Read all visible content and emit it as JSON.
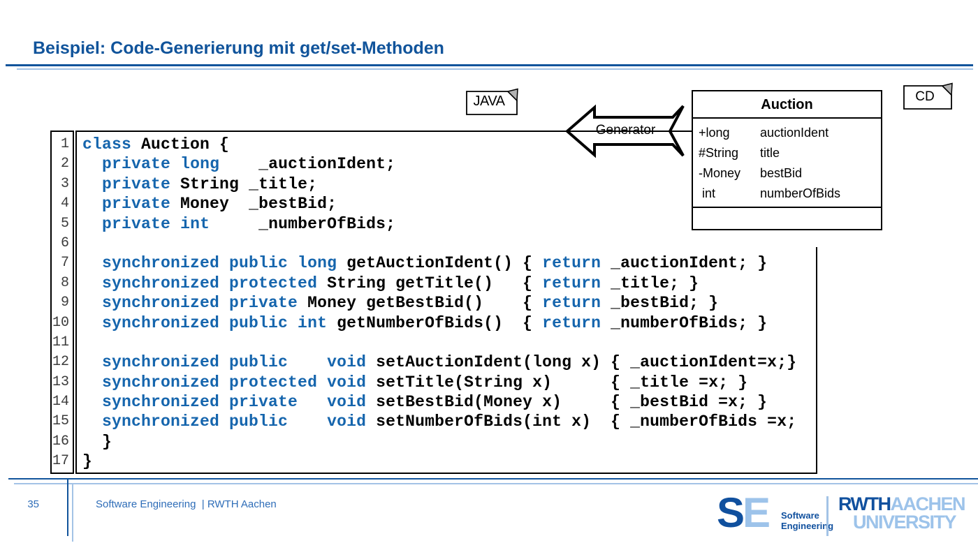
{
  "slide": {
    "title": "Beispiel: Code-Generierung mit get/set-Methoden",
    "page_number": "35",
    "footer_text": "Software Engineering  | RWTH Aachen"
  },
  "tags": {
    "java_label": "JAVA",
    "cd_label": "CD"
  },
  "generator": {
    "label": "Generator"
  },
  "uml_class": {
    "name": "Auction",
    "attributes": [
      {
        "type": "+long",
        "name": "auctionIdent"
      },
      {
        "type": "#String",
        "name": "title"
      },
      {
        "type": "-Money",
        "name": "bestBid"
      },
      {
        "type": " int",
        "name": "numberOfBids"
      }
    ]
  },
  "code": {
    "lines": [
      {
        "num": "1",
        "segments": [
          {
            "k": true,
            "t": "class"
          },
          {
            "t": " Auction {"
          }
        ]
      },
      {
        "num": "2",
        "segments": [
          {
            "t": "  "
          },
          {
            "k": true,
            "t": "private"
          },
          {
            "t": " "
          },
          {
            "k": true,
            "t": "long"
          },
          {
            "t": "    _auctionIdent;"
          }
        ]
      },
      {
        "num": "3",
        "segments": [
          {
            "t": "  "
          },
          {
            "k": true,
            "t": "private"
          },
          {
            "t": " String _title;"
          }
        ]
      },
      {
        "num": "4",
        "segments": [
          {
            "t": "  "
          },
          {
            "k": true,
            "t": "private"
          },
          {
            "t": " Money  _bestBid;"
          }
        ]
      },
      {
        "num": "5",
        "segments": [
          {
            "t": "  "
          },
          {
            "k": true,
            "t": "private"
          },
          {
            "t": " "
          },
          {
            "k": true,
            "t": "int"
          },
          {
            "t": "     _numberOfBids;"
          }
        ]
      },
      {
        "num": "6",
        "segments": []
      },
      {
        "num": "7",
        "segments": [
          {
            "t": "  "
          },
          {
            "k": true,
            "t": "synchronized public long"
          },
          {
            "t": " getAuctionIdent() { "
          },
          {
            "k": true,
            "t": "return"
          },
          {
            "t": " _auctionIdent; }"
          }
        ]
      },
      {
        "num": "8",
        "segments": [
          {
            "t": "  "
          },
          {
            "k": true,
            "t": "synchronized protected"
          },
          {
            "t": " String getTitle()   { "
          },
          {
            "k": true,
            "t": "return"
          },
          {
            "t": " _title; }"
          }
        ]
      },
      {
        "num": "9",
        "segments": [
          {
            "t": "  "
          },
          {
            "k": true,
            "t": "synchronized private"
          },
          {
            "t": " Money getBestBid()    { "
          },
          {
            "k": true,
            "t": "return"
          },
          {
            "t": " _bestBid; }"
          }
        ]
      },
      {
        "num": "10",
        "segments": [
          {
            "t": "  "
          },
          {
            "k": true,
            "t": "synchronized public int"
          },
          {
            "t": " getNumberOfBids()  { "
          },
          {
            "k": true,
            "t": "return"
          },
          {
            "t": " _numberOfBids; }"
          }
        ]
      },
      {
        "num": "11",
        "segments": []
      },
      {
        "num": "12",
        "segments": [
          {
            "t": "  "
          },
          {
            "k": true,
            "t": "synchronized public"
          },
          {
            "t": "    "
          },
          {
            "k": true,
            "t": "void"
          },
          {
            "t": " setAuctionIdent(long x) { _auctionIdent=x;}"
          }
        ]
      },
      {
        "num": "13",
        "segments": [
          {
            "t": "  "
          },
          {
            "k": true,
            "t": "synchronized protected"
          },
          {
            "t": " "
          },
          {
            "k": true,
            "t": "void"
          },
          {
            "t": " setTitle(String x)      { _title =x; }"
          }
        ]
      },
      {
        "num": "14",
        "segments": [
          {
            "t": "  "
          },
          {
            "k": true,
            "t": "synchronized private"
          },
          {
            "t": "   "
          },
          {
            "k": true,
            "t": "void"
          },
          {
            "t": " setBestBid(Money x)     { _bestBid =x; }"
          }
        ]
      },
      {
        "num": "15",
        "segments": [
          {
            "t": "  "
          },
          {
            "k": true,
            "t": "synchronized public"
          },
          {
            "t": "    "
          },
          {
            "k": true,
            "t": "void"
          },
          {
            "t": " setNumberOfBids(int x)  { _numberOfBids =x;"
          }
        ]
      },
      {
        "num": "16",
        "segments": [
          {
            "t": "  }"
          }
        ]
      },
      {
        "num": "17",
        "segments": [
          {
            "t": "}"
          }
        ]
      }
    ]
  },
  "logos": {
    "se_s": "S",
    "se_e": "E",
    "se_sub1": "Software",
    "se_sub2": "Engineering",
    "rwth": "RWTH",
    "aachen": "AACHEN",
    "university": "UNIVERSITY"
  },
  "colors": {
    "title_blue": "#11549b",
    "keyword_blue": "#1565ad",
    "footer_blue": "#2e6db8",
    "light_blue": "#a3c3e6",
    "logo_dark": "#10509e",
    "logo_light": "#9dc3ea",
    "fold_gray": "#b3b3b3"
  }
}
